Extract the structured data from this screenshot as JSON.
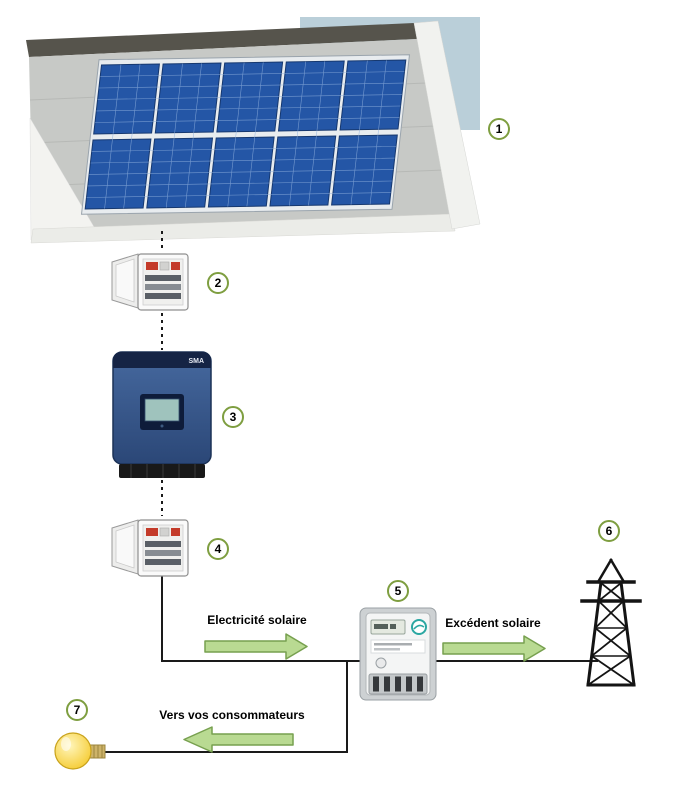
{
  "badges": [
    "1",
    "2",
    "3",
    "4",
    "5",
    "6",
    "7"
  ],
  "labels": {
    "solar_electricity": "Electricité solaire",
    "excess_solar": "Excédent solaire",
    "to_consumers": "Vers vos consommateurs"
  },
  "inverter": {
    "brand": "SMA"
  },
  "colors": {
    "badge_border": "#7e9e40",
    "arrow_fill": "#b9da92",
    "arrow_stroke": "#77a04f",
    "panel_blue": "#2456a6",
    "inverter_blue": "#3a5d96",
    "sky": "#bacfd9",
    "wire": "#1a1a1a"
  }
}
